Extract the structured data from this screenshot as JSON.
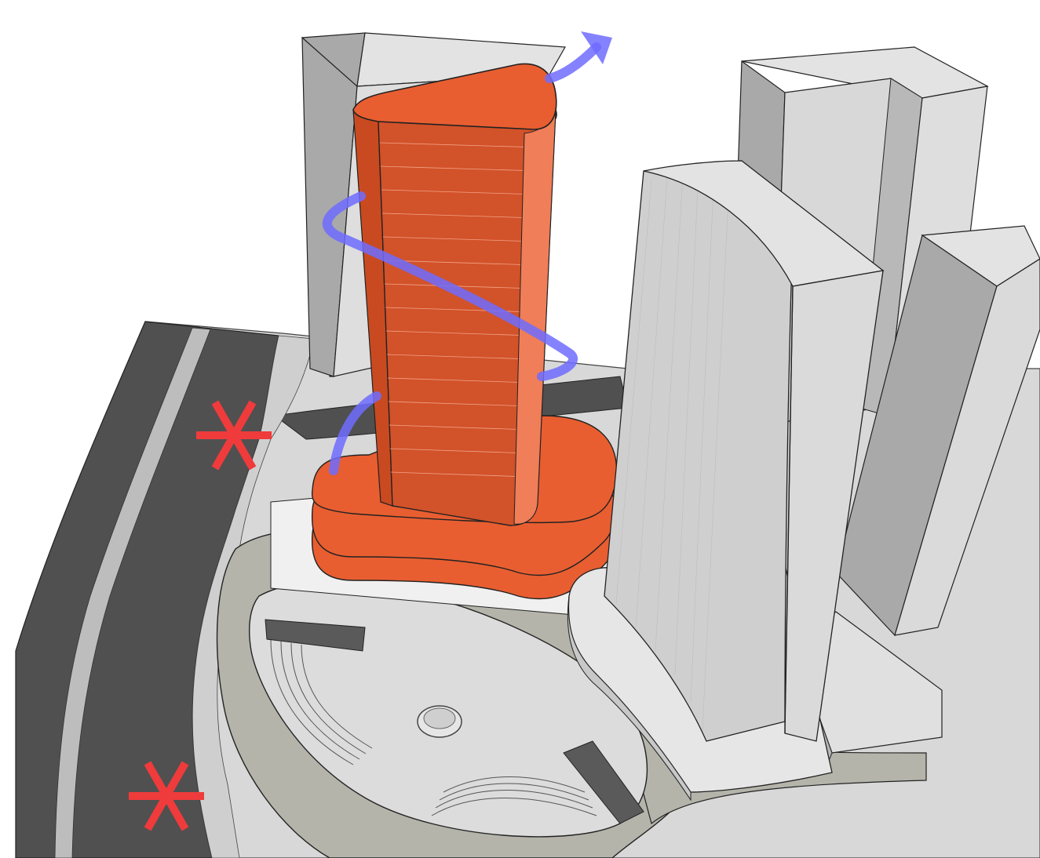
{
  "diagram": {
    "colors": {
      "road": "#505050",
      "road_lane": "#b9b9b9",
      "paving": "#d7d7d7",
      "walkway": "#b3b3aa",
      "plaza": "#dcdcdc",
      "building_top": "#e3e3e3",
      "building_side": "#a9a9a9",
      "building_front": "#d2d2d2",
      "tower": "#e85e31",
      "tower_shade": "#c94a20",
      "wind_arrow": "#6f6cff",
      "marker": "#ef3b3b",
      "bench": "#5a5a5a"
    },
    "elements": {
      "tower": "highlighted-tower",
      "podium": "tower-podium",
      "wind_path": "wind-spiral-arrow",
      "markers": "traffic-noise-markers",
      "plaza": "oval-plaza",
      "neighbors": "neighboring-buildings",
      "road": "street"
    }
  }
}
